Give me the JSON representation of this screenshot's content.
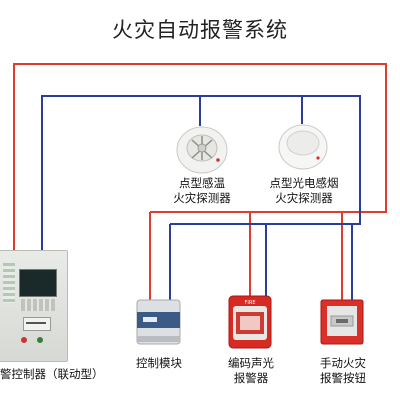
{
  "title": "火灾自动报警系统",
  "devices": {
    "heat_detector": {
      "line1": "点型感温",
      "line2": "火灾探测器"
    },
    "smoke_detector": {
      "line1": "点型光电感烟",
      "line2": "火灾探测器"
    },
    "control_panel": {
      "label": "警控制器（联动型）"
    },
    "control_module": {
      "label": "控制模块"
    },
    "sounder_strobe": {
      "line1": "编码声光",
      "line2": "报警器",
      "face_text": "FIRE"
    },
    "manual_call_point": {
      "line1": "手动火灾",
      "line2": "报警按钮"
    }
  },
  "colors": {
    "red_wire": "#e03c2c",
    "blue_wire": "#2c3d9a"
  }
}
